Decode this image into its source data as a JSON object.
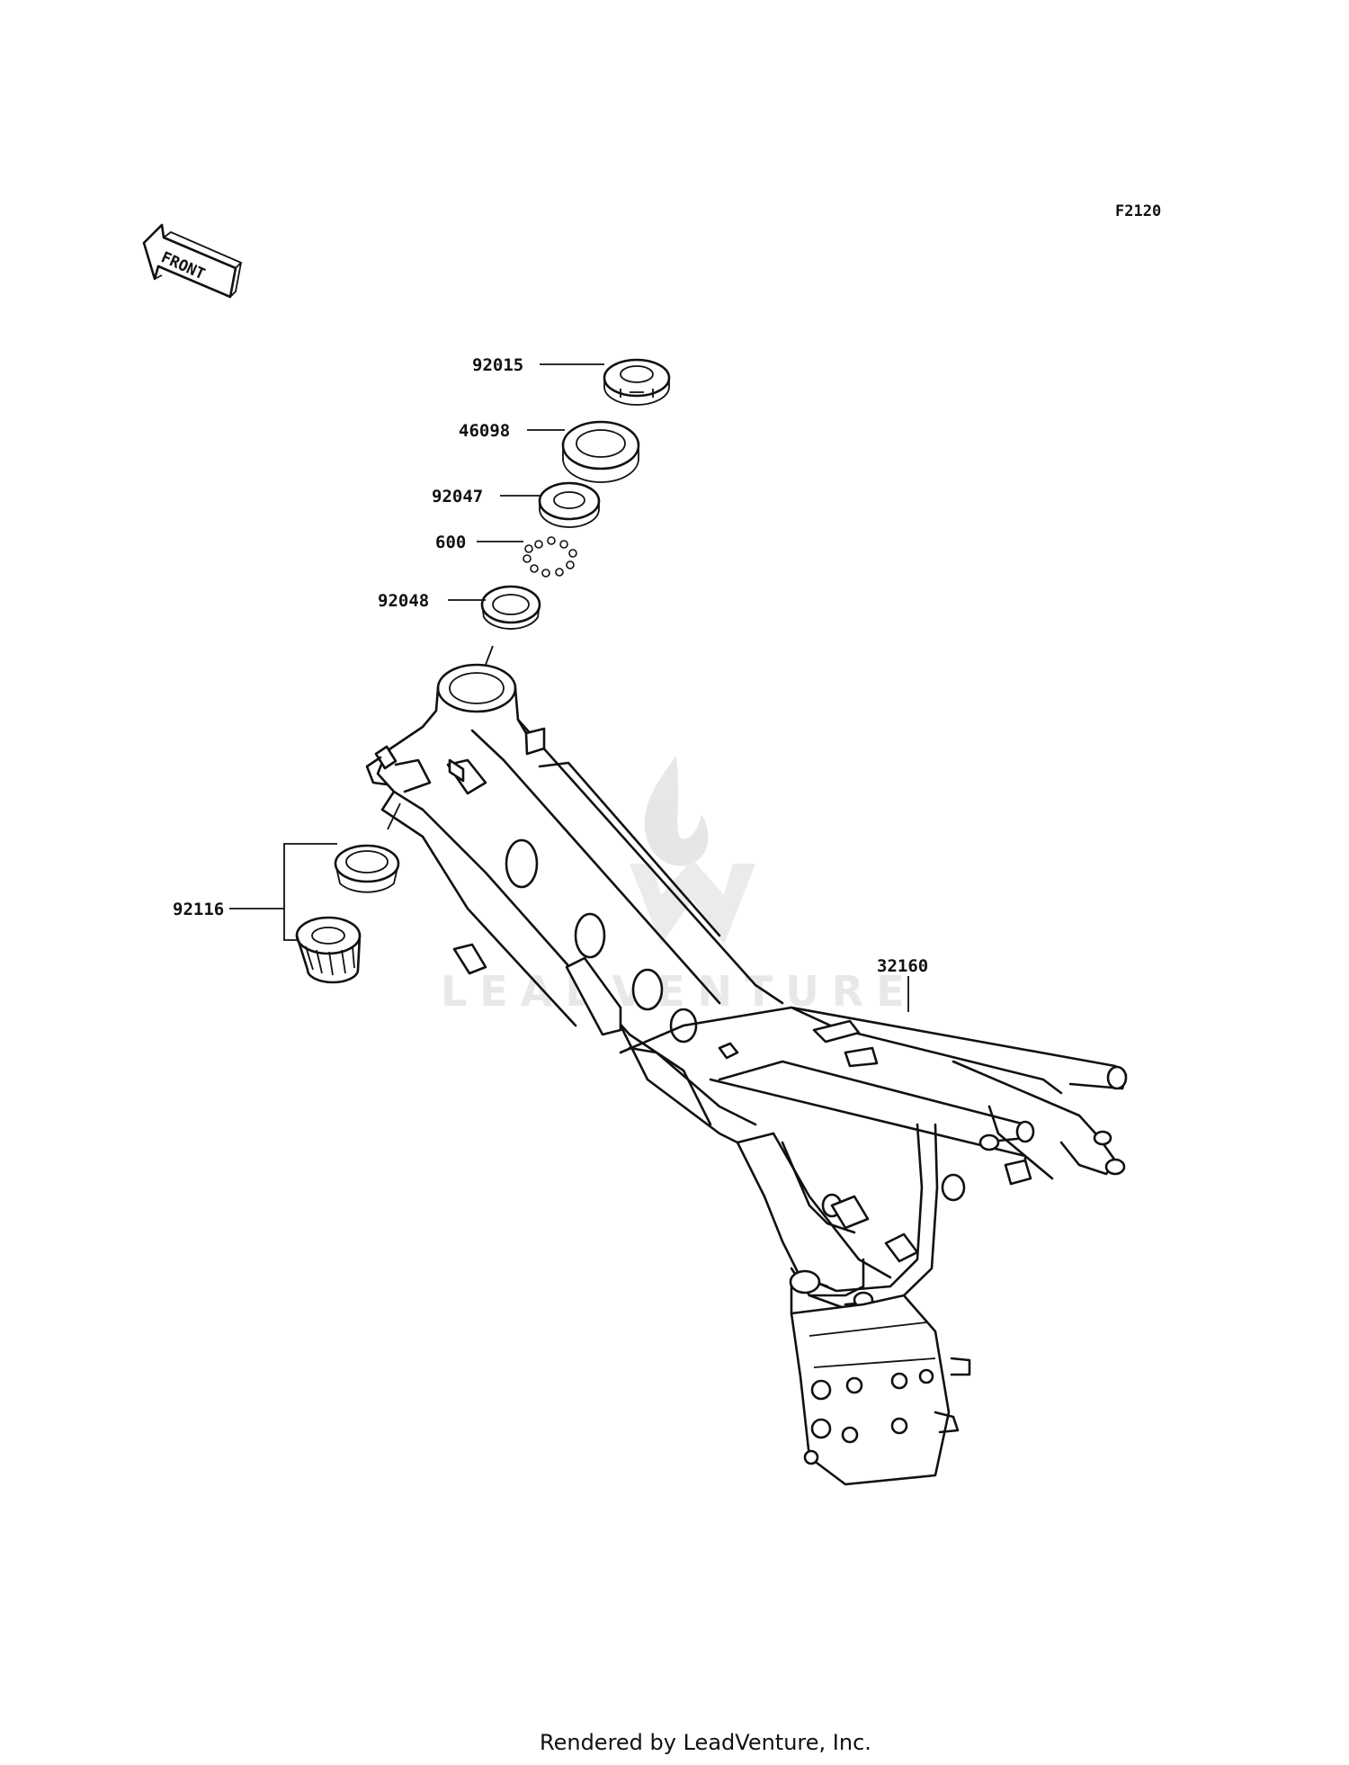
{
  "diagram_code": "F2120",
  "front_arrow": {
    "label": "FRONT",
    "icon": "front-direction-arrow-icon"
  },
  "parts": [
    {
      "number": "92015"
    },
    {
      "number": "46098"
    },
    {
      "number": "92047"
    },
    {
      "number": "600"
    },
    {
      "number": "92048"
    },
    {
      "number": "92116"
    },
    {
      "number": "32160"
    }
  ],
  "watermark": {
    "text": "LEADVENTURE",
    "icon": "flame-logo-icon"
  },
  "footer": "Rendered by LeadVenture, Inc."
}
